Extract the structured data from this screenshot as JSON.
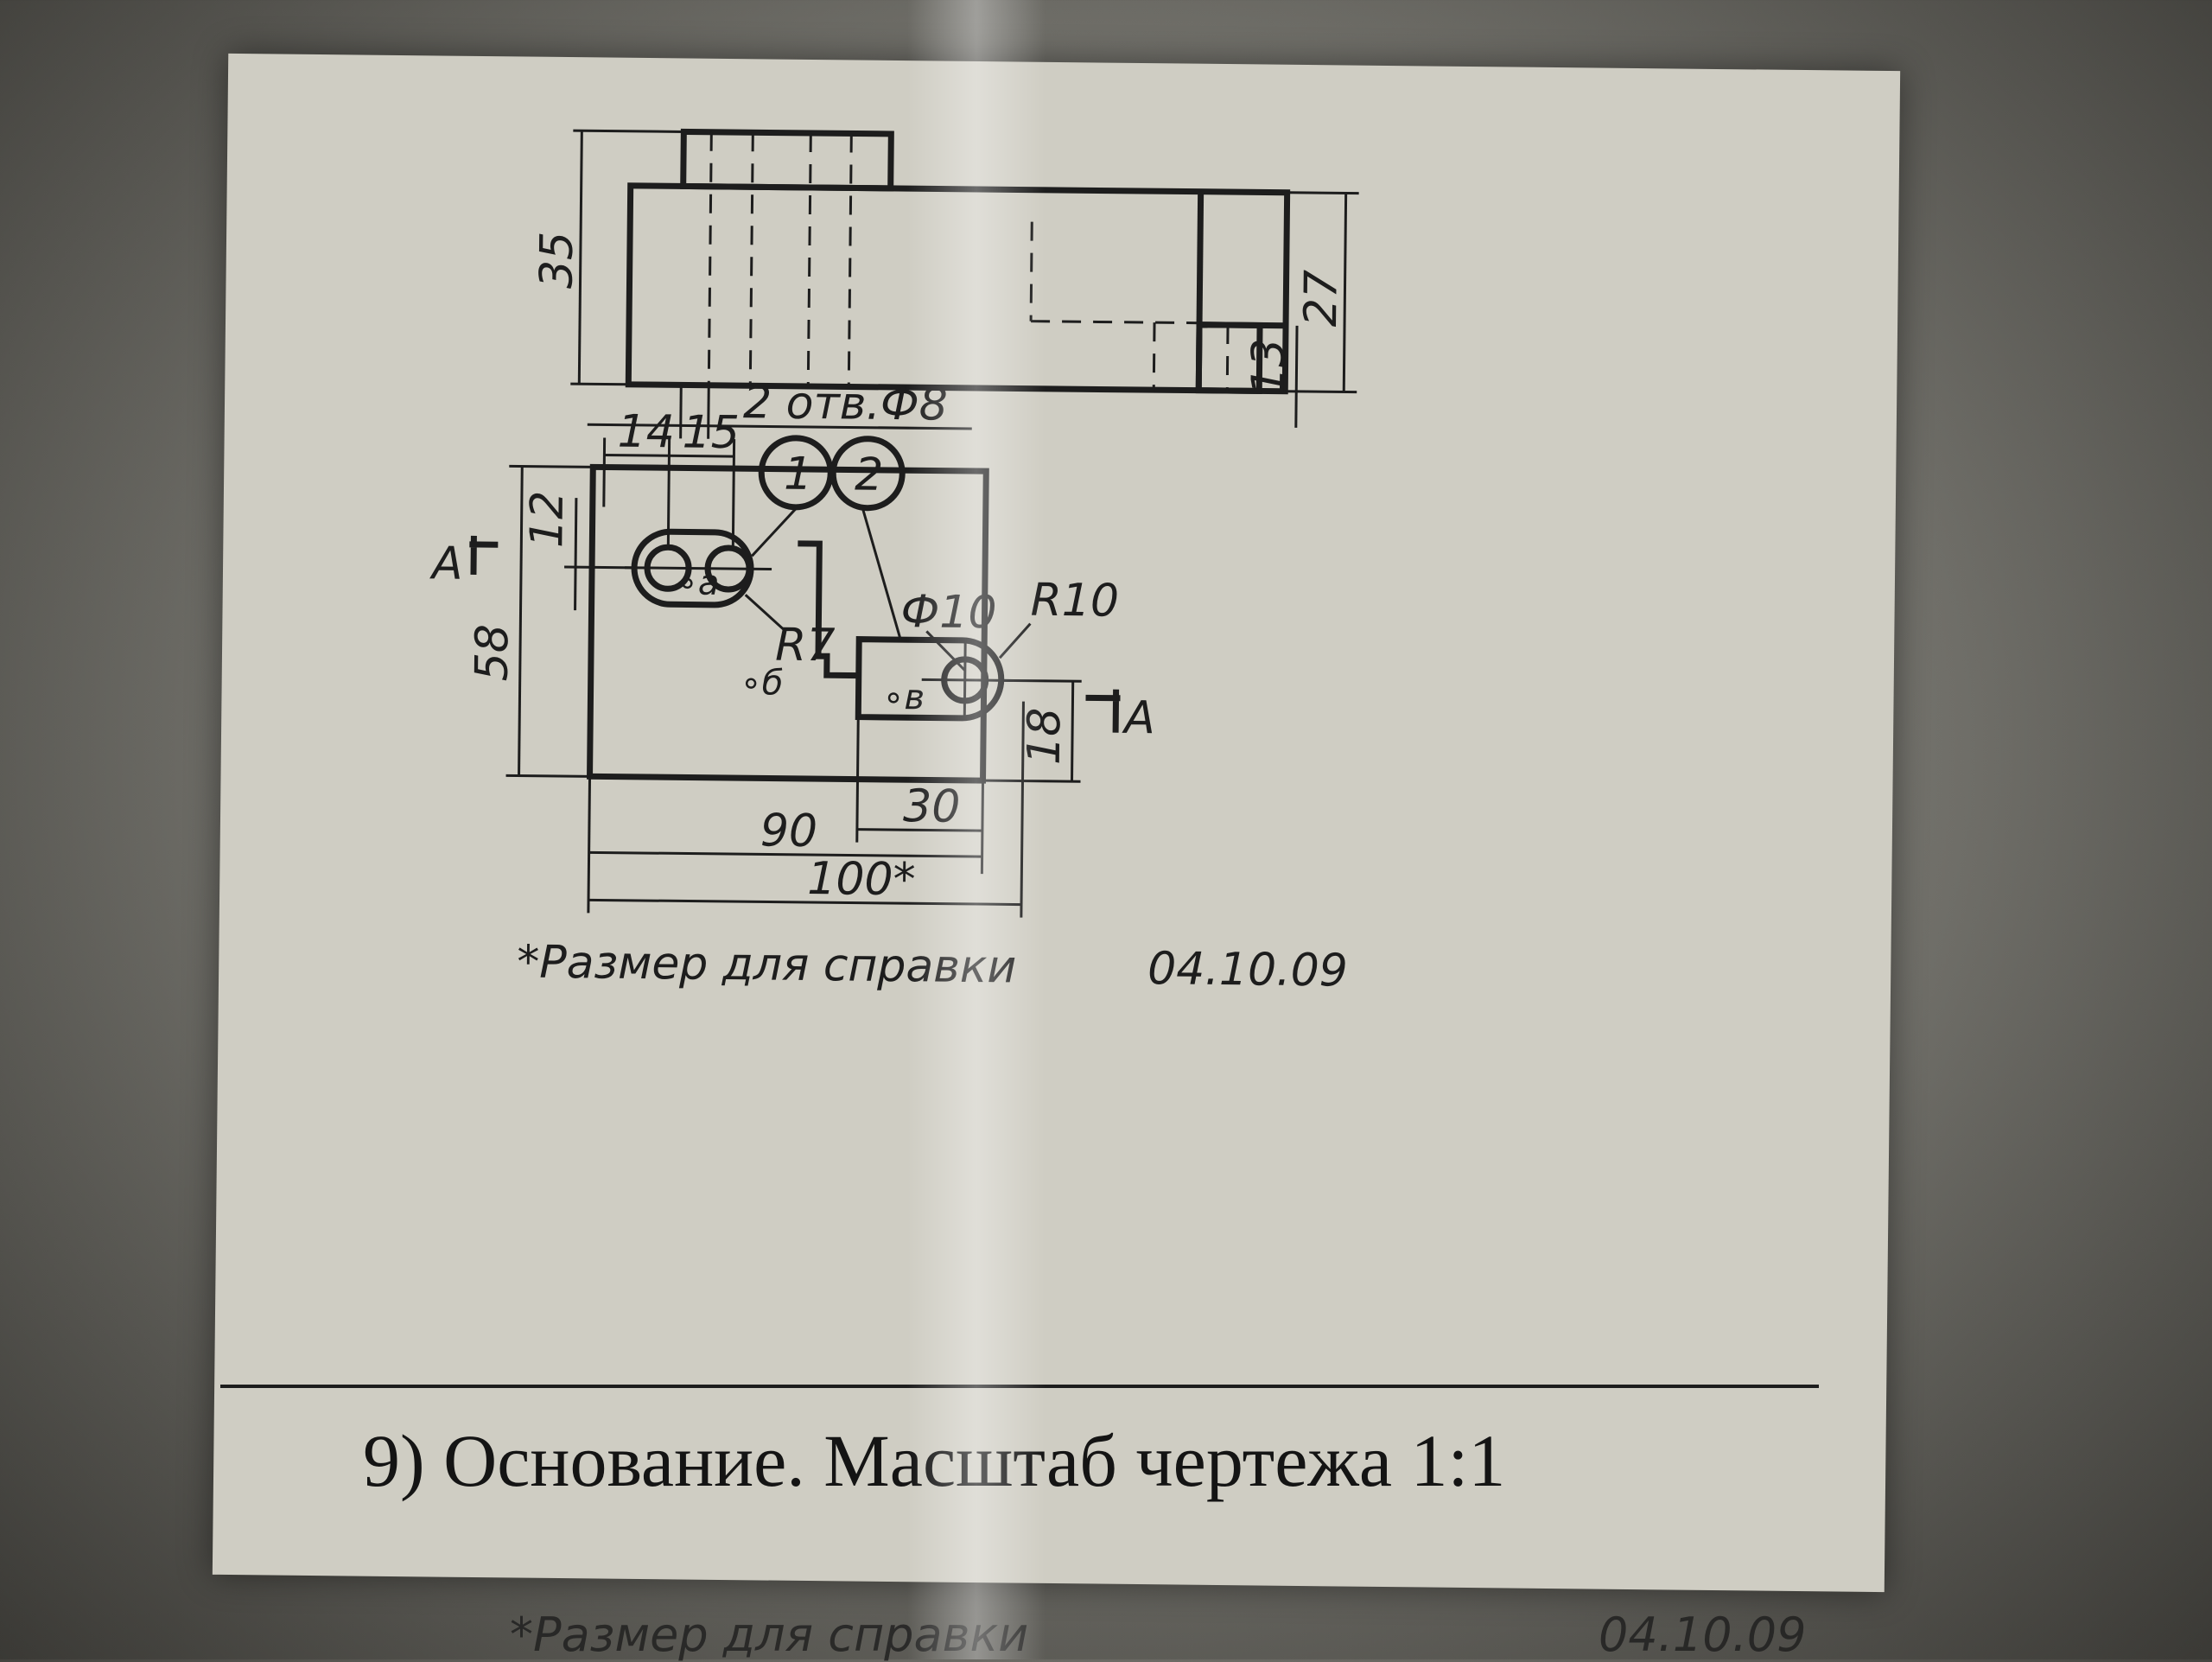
{
  "drawing": {
    "dimensions": {
      "height_top": "35",
      "height_right": "27",
      "step_height": "13",
      "holes_note": "2 отв.Ф8",
      "dim_14": "14",
      "dim_15": "15",
      "dim_12": "12",
      "dim_58": "58",
      "radius_slot": "R7",
      "diameter_hole": "Ф10",
      "radius_lug": "R10",
      "dim_18": "18",
      "dim_30": "30",
      "dim_90": "90",
      "dim_100": "100*"
    },
    "callouts": {
      "one": "1",
      "two": "2"
    },
    "section": {
      "left": "A",
      "right": "A"
    },
    "surface_marks": {
      "a": "∘а",
      "b": "∘б",
      "v": "∘в"
    },
    "note": "*Размер для справки",
    "date": "04.10.09"
  },
  "caption": "9) Основание. Масштаб чертежа 1:1",
  "footer": {
    "note": "*Размер для справки",
    "date": "04.10.09"
  }
}
